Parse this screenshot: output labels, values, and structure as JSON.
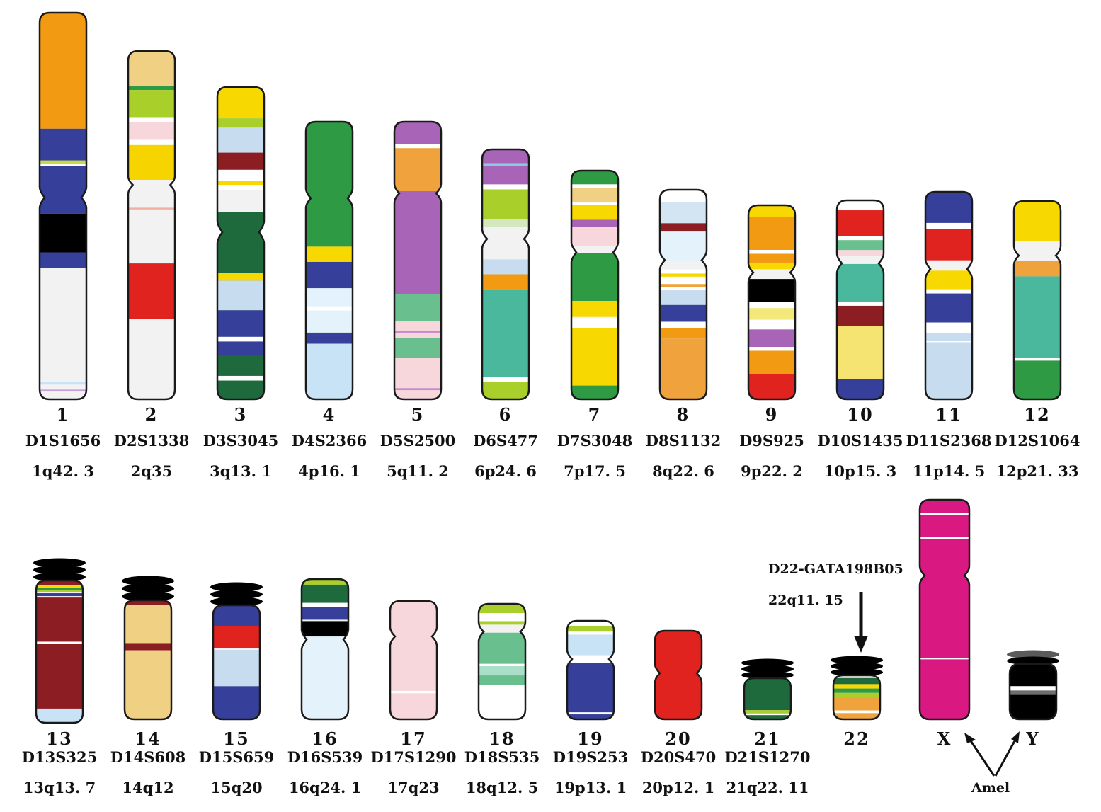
{
  "chromosomes": [
    {
      "id": "1",
      "marker": "D1S1656",
      "locus": "1q42. 3",
      "bands": [
        [
          "#f19a12",
          0,
          0.3
        ],
        [
          "#36409a",
          0.3,
          0.52
        ],
        [
          "#c9d94a",
          0.382,
          0.392
        ],
        [
          "#ffffff",
          0.392,
          0.396
        ],
        [
          "#000000",
          0.52,
          0.62
        ],
        [
          "#36409a",
          0.62,
          0.66
        ],
        [
          "#f2f2f2",
          0.66,
          1
        ],
        [
          "#c8e3f5",
          0.955,
          0.962
        ],
        [
          "#c7a0d8",
          0.975,
          0.98
        ]
      ]
    },
    {
      "id": "2",
      "marker": "D2S1338",
      "locus": "2q35",
      "bands": [
        [
          "#f0d184",
          0,
          0.1
        ],
        [
          "#2e9a44",
          0.1,
          0.112
        ],
        [
          "#a9cf2b",
          0.112,
          0.19
        ],
        [
          "#ffffff",
          0.19,
          0.205
        ],
        [
          "#f7d7dc",
          0.205,
          0.255
        ],
        [
          "#ffffff",
          0.255,
          0.27
        ],
        [
          "#f6d400",
          0.27,
          0.37
        ],
        [
          "#f2f2f2",
          0.37,
          1
        ],
        [
          "#f3b0a0",
          0.45,
          0.455
        ],
        [
          "#e0231e",
          0.61,
          0.77
        ]
      ]
    },
    {
      "id": "3",
      "marker": "D3S3045",
      "locus": "3q13. 1",
      "bands": [
        [
          "#f7d800",
          0,
          0.1
        ],
        [
          "#a9cf2b",
          0.1,
          0.13
        ],
        [
          "#c8dcef",
          0.13,
          0.21
        ],
        [
          "#8b1d23",
          0.21,
          0.265
        ],
        [
          "#ffffff",
          0.265,
          0.33
        ],
        [
          "#f7d800",
          0.3,
          0.315
        ],
        [
          "#1e6a3c",
          0.4,
          1
        ],
        [
          "#f7d800",
          0.595,
          0.62
        ],
        [
          "#c8dcef",
          0.62,
          0.715
        ],
        [
          "#36409a",
          0.715,
          0.86
        ],
        [
          "#ffffff",
          0.8,
          0.815
        ],
        [
          "#ffffff",
          0.925,
          0.94
        ]
      ]
    },
    {
      "id": "4",
      "marker": "D4S2366",
      "locus": "4p16. 1",
      "bands": [
        [
          "#2e9a44",
          0,
          0.45
        ],
        [
          "#f7d800",
          0.45,
          0.505
        ],
        [
          "#36409a",
          0.505,
          0.6
        ],
        [
          "#e4f2fb",
          0.6,
          0.76
        ],
        [
          "#36409a",
          0.76,
          0.8
        ],
        [
          "#c8e3f5",
          0.8,
          1
        ],
        [
          "#ffffff",
          0.665,
          0.68
        ]
      ]
    },
    {
      "id": "5",
      "marker": "D5S2500",
      "locus": "5q11. 2",
      "bands": [
        [
          "#a865b8",
          0,
          0.08
        ],
        [
          "#ffffff",
          0.08,
          0.095
        ],
        [
          "#f0a33c",
          0.095,
          0.25
        ],
        [
          "#a865b8",
          0.25,
          0.62
        ],
        [
          "#69c08e",
          0.62,
          0.72
        ],
        [
          "#f7d7dc",
          0.72,
          0.78
        ],
        [
          "#c18ad1",
          0.755,
          0.76
        ],
        [
          "#69c08e",
          0.78,
          0.85
        ],
        [
          "#f7d7dc",
          0.85,
          1
        ],
        [
          "#c18ad1",
          0.96,
          0.967
        ]
      ]
    },
    {
      "id": "6",
      "marker": "D6S477",
      "locus": "6p24. 6",
      "bands": [
        [
          "#a865b8",
          0,
          0.14
        ],
        [
          "#8ec9e4",
          0.055,
          0.065
        ],
        [
          "#ffffff",
          0.14,
          0.16
        ],
        [
          "#a9cf2b",
          0.16,
          0.28
        ],
        [
          "#d4e8c0",
          0.28,
          0.31
        ],
        [
          "#f2f2f2",
          0.31,
          0.5
        ],
        [
          "#c8dcef",
          0.44,
          0.5
        ],
        [
          "#f19a12",
          0.5,
          0.56
        ],
        [
          "#49b89d",
          0.56,
          0.91
        ],
        [
          "#ffffff",
          0.91,
          0.93
        ],
        [
          "#a9cf2b",
          0.93,
          1
        ]
      ]
    },
    {
      "id": "7",
      "marker": "D7S3048",
      "locus": "7p17. 5",
      "bands": [
        [
          "#2e9a44",
          0,
          0.06
        ],
        [
          "#ffffff",
          0.06,
          0.075
        ],
        [
          "#f0d184",
          0.075,
          0.14
        ],
        [
          "#ffffff",
          0.14,
          0.15
        ],
        [
          "#f7d800",
          0.15,
          0.215
        ],
        [
          "#a865b8",
          0.215,
          0.245
        ],
        [
          "#f7d7dc",
          0.245,
          0.33
        ],
        [
          "#2e9a44",
          0.36,
          0.57
        ],
        [
          "#f7d800",
          0.57,
          0.64
        ],
        [
          "#ffffff",
          0.645,
          0.69
        ],
        [
          "#f7d800",
          0.69,
          0.94
        ],
        [
          "#2e9a44",
          0.94,
          1
        ]
      ]
    },
    {
      "id": "8",
      "marker": "D8S1132",
      "locus": "8q22. 6",
      "bands": [
        [
          "#ffffff",
          0,
          0.06
        ],
        [
          "#d3e4f2",
          0.06,
          0.16
        ],
        [
          "#8b1d23",
          0.16,
          0.2
        ],
        [
          "#e4f2fb",
          0.2,
          0.34
        ],
        [
          "#ffffff",
          0.38,
          0.48
        ],
        [
          "#f7d800",
          0.4,
          0.415
        ],
        [
          "#f0a33c",
          0.45,
          0.465
        ],
        [
          "#c8dcef",
          0.48,
          0.55
        ],
        [
          "#36409a",
          0.55,
          0.63
        ],
        [
          "#ffffff",
          0.63,
          0.66
        ],
        [
          "#f19a12",
          0.66,
          0.71
        ],
        [
          "#f0a33c",
          0.71,
          1
        ]
      ]
    },
    {
      "id": "9",
      "marker": "D9S925",
      "locus": "9p22. 2",
      "bands": [
        [
          "#f7d800",
          0,
          0.06
        ],
        [
          "#f19a12",
          0.06,
          0.23
        ],
        [
          "#ffffff",
          0.23,
          0.25
        ],
        [
          "#f19a12",
          0.25,
          0.3
        ],
        [
          "#f7d800",
          0.3,
          0.33
        ],
        [
          "#000000",
          0.38,
          0.5
        ],
        [
          "#ffffff",
          0.5,
          0.53
        ],
        [
          "#f3e87a",
          0.53,
          0.59
        ],
        [
          "#ffffff",
          0.59,
          0.64
        ],
        [
          "#a865b8",
          0.64,
          0.73
        ],
        [
          "#ffffff",
          0.73,
          0.75
        ],
        [
          "#f19a12",
          0.75,
          0.87
        ],
        [
          "#e0231e",
          0.87,
          1
        ]
      ]
    },
    {
      "id": "10",
      "marker": "D10S1435",
      "locus": "10p15. 3",
      "bands": [
        [
          "#ffffff",
          0,
          0.05
        ],
        [
          "#e0231e",
          0.05,
          0.18
        ],
        [
          "#ffffff",
          0.18,
          0.2
        ],
        [
          "#69c08e",
          0.2,
          0.25
        ],
        [
          "#f7d7dc",
          0.25,
          0.28
        ],
        [
          "#49b89d",
          0.32,
          0.51
        ],
        [
          "#ffffff",
          0.51,
          0.53
        ],
        [
          "#8b1d23",
          0.53,
          0.63
        ],
        [
          "#f5e472",
          0.63,
          0.9
        ],
        [
          "#36409a",
          0.9,
          1
        ]
      ]
    },
    {
      "id": "11",
      "marker": "D11S2368",
      "locus": "11p14. 5",
      "bands": [
        [
          "#36409a",
          0,
          0.15
        ],
        [
          "#ffffff",
          0.15,
          0.18
        ],
        [
          "#e0231e",
          0.18,
          0.33
        ],
        [
          "#f7d800",
          0.38,
          0.47
        ],
        [
          "#ffffff",
          0.47,
          0.49
        ],
        [
          "#36409a",
          0.49,
          0.63
        ],
        [
          "#ffffff",
          0.63,
          0.68
        ],
        [
          "#c8dcef",
          0.68,
          1
        ],
        [
          "#ffffff",
          0.72,
          0.725
        ]
      ]
    },
    {
      "id": "12",
      "marker": "D12S1064",
      "locus": "12p21. 33",
      "bands": [
        [
          "#f7d800",
          0,
          0.2
        ],
        [
          "#f0a33c",
          0.3,
          0.38
        ],
        [
          "#49b89d",
          0.38,
          0.79
        ],
        [
          "#ffffff",
          0.79,
          0.805
        ],
        [
          "#2e9a44",
          0.805,
          1
        ]
      ]
    },
    {
      "id": "13",
      "marker": "D13S325",
      "locus": "13q13. 7",
      "bands": [
        [
          "#8b1d23",
          0,
          1
        ],
        [
          "#f7d800",
          0.03,
          0.05
        ],
        [
          "#2e9a44",
          0.05,
          0.065
        ],
        [
          "#a9cf2b",
          0.065,
          0.08
        ],
        [
          "#ffffff",
          0.08,
          0.09
        ],
        [
          "#36409a",
          0.09,
          0.11
        ],
        [
          "#ffffff",
          0.11,
          0.12
        ],
        [
          "#ffffff",
          0.43,
          0.445
        ],
        [
          "#c8e3f5",
          0.9,
          1
        ]
      ]
    },
    {
      "id": "14",
      "marker": "D14S608",
      "locus": "14q12",
      "bands": [
        [
          "#8b1d23",
          0,
          0.04
        ],
        [
          "#f0d184",
          0.04,
          0.36
        ],
        [
          "#8b1d23",
          0.36,
          0.42
        ],
        [
          "#f0d184",
          0.42,
          1
        ]
      ]
    },
    {
      "id": "15",
      "marker": "D15S659",
      "locus": "15q20",
      "bands": [
        [
          "#36409a",
          0,
          0.18
        ],
        [
          "#e0231e",
          0.18,
          0.38
        ],
        [
          "#ffffff",
          0.38,
          0.39
        ],
        [
          "#c8dcef",
          0.39,
          0.71
        ],
        [
          "#36409a",
          0.71,
          1
        ]
      ]
    },
    {
      "id": "16",
      "marker": "D16S539",
      "locus": "16q24. 1",
      "bands": [
        [
          "#a9cf2b",
          0,
          0.04
        ],
        [
          "#1e6a3c",
          0.04,
          0.17
        ],
        [
          "#ffffff",
          0.17,
          0.2
        ],
        [
          "#36409a",
          0.2,
          0.29
        ],
        [
          "#000000",
          0.3,
          0.41
        ],
        [
          "#e4f2fb",
          0.41,
          1
        ]
      ]
    },
    {
      "id": "17",
      "marker": "D17S1290",
      "locus": "17q23",
      "bands": [
        [
          "#f7d7dc",
          0,
          1
        ],
        [
          "#ffffff",
          0.76,
          0.78
        ]
      ]
    },
    {
      "id": "18",
      "marker": "D18S535",
      "locus": "18q12. 5",
      "bands": [
        [
          "#a9cf2b",
          0,
          0.08
        ],
        [
          "#ffffff",
          0.08,
          0.15
        ],
        [
          "#a9cf2b",
          0.15,
          0.18
        ],
        [
          "#69c08e",
          0.25,
          0.52
        ],
        [
          "#ffffff",
          0.52,
          0.54
        ],
        [
          "#a9dfc8",
          0.54,
          0.62
        ],
        [
          "#69c08e",
          0.62,
          0.7
        ],
        [
          "#ffffff",
          0.7,
          1
        ]
      ]
    },
    {
      "id": "19",
      "marker": "D19S253",
      "locus": "19p13. 1",
      "bands": [
        [
          "#ffffff",
          0,
          0.05
        ],
        [
          "#a9cf2b",
          0.05,
          0.11
        ],
        [
          "#ffffff",
          0.11,
          0.14
        ],
        [
          "#c8e3f5",
          0.14,
          0.35
        ],
        [
          "#ffffff",
          0.35,
          0.43
        ],
        [
          "#36409a",
          0.43,
          0.93
        ],
        [
          "#ffffff",
          0.93,
          0.95
        ],
        [
          "#36409a",
          0.95,
          1
        ]
      ]
    },
    {
      "id": "20",
      "marker": "D20S470",
      "locus": "20p12. 1",
      "bands": [
        [
          "#e0231e",
          0,
          1
        ]
      ]
    },
    {
      "id": "21",
      "marker": "D21S1270",
      "locus": "21q22. 11",
      "bands": [
        [
          "#1e6a3c",
          0,
          0.78
        ],
        [
          "#a9cf2b",
          0.78,
          0.86
        ],
        [
          "#ffffff",
          0.86,
          0.9
        ],
        [
          "#1e6a3c",
          0.9,
          1
        ]
      ]
    },
    {
      "id": "22",
      "marker": "",
      "locus": "",
      "bands": [
        [
          "#ffffff",
          0,
          0.06
        ],
        [
          "#1e6a3c",
          0.06,
          0.2
        ],
        [
          "#f7d800",
          0.2,
          0.3
        ],
        [
          "#2e9a44",
          0.3,
          0.4
        ],
        [
          "#a9cf2b",
          0.4,
          0.5
        ],
        [
          "#f0a33c",
          0.5,
          0.8
        ],
        [
          "#ffffff",
          0.8,
          0.86
        ],
        [
          "#f0a33c",
          0.86,
          1
        ]
      ]
    },
    {
      "id": "X",
      "marker": "",
      "locus": "",
      "bands": [
        [
          "#d91882",
          0,
          1
        ],
        [
          "#ffffff",
          0.06,
          0.07
        ],
        [
          "#ffffff",
          0.17,
          0.18
        ],
        [
          "#ffffff",
          0.72,
          0.727
        ]
      ]
    },
    {
      "id": "Y",
      "marker": "",
      "locus": "",
      "bands": [
        [
          "#000000",
          0,
          1
        ],
        [
          "#ffffff",
          0.4,
          0.48
        ],
        [
          "#6e6e6e",
          0.48,
          0.56
        ]
      ]
    }
  ],
  "annotations": {
    "chr22_marker": "D22-GATA198B05",
    "chr22_locus": "22q11. 15",
    "amel_label": "Amel"
  },
  "colors": {
    "outline": "#1a1a1a",
    "satellite": "#000000",
    "arrow": "#111111"
  }
}
